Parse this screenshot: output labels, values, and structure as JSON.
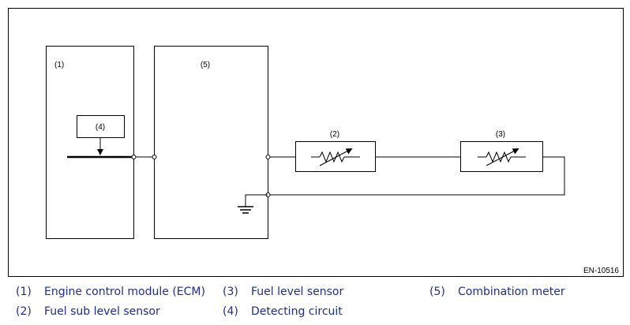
{
  "diagram": {
    "labels": {
      "ecm": "(1)",
      "detecting_circuit": "(4)",
      "combination_meter": "(5)",
      "fuel_sub_level_sensor": "(2)",
      "fuel_level_sensor": "(3)"
    },
    "figure_code": "EN-10516"
  },
  "legend": {
    "items": [
      {
        "num": "(1)",
        "text": "Engine control module (ECM)"
      },
      {
        "num": "(2)",
        "text": "Fuel sub level sensor"
      },
      {
        "num": "(3)",
        "text": "Fuel level sensor"
      },
      {
        "num": "(4)",
        "text": "Detecting circuit"
      },
      {
        "num": "(5)",
        "text": "Combination meter"
      }
    ]
  },
  "colors": {
    "legend_text": "#1f2d8f",
    "line": "#000000"
  }
}
